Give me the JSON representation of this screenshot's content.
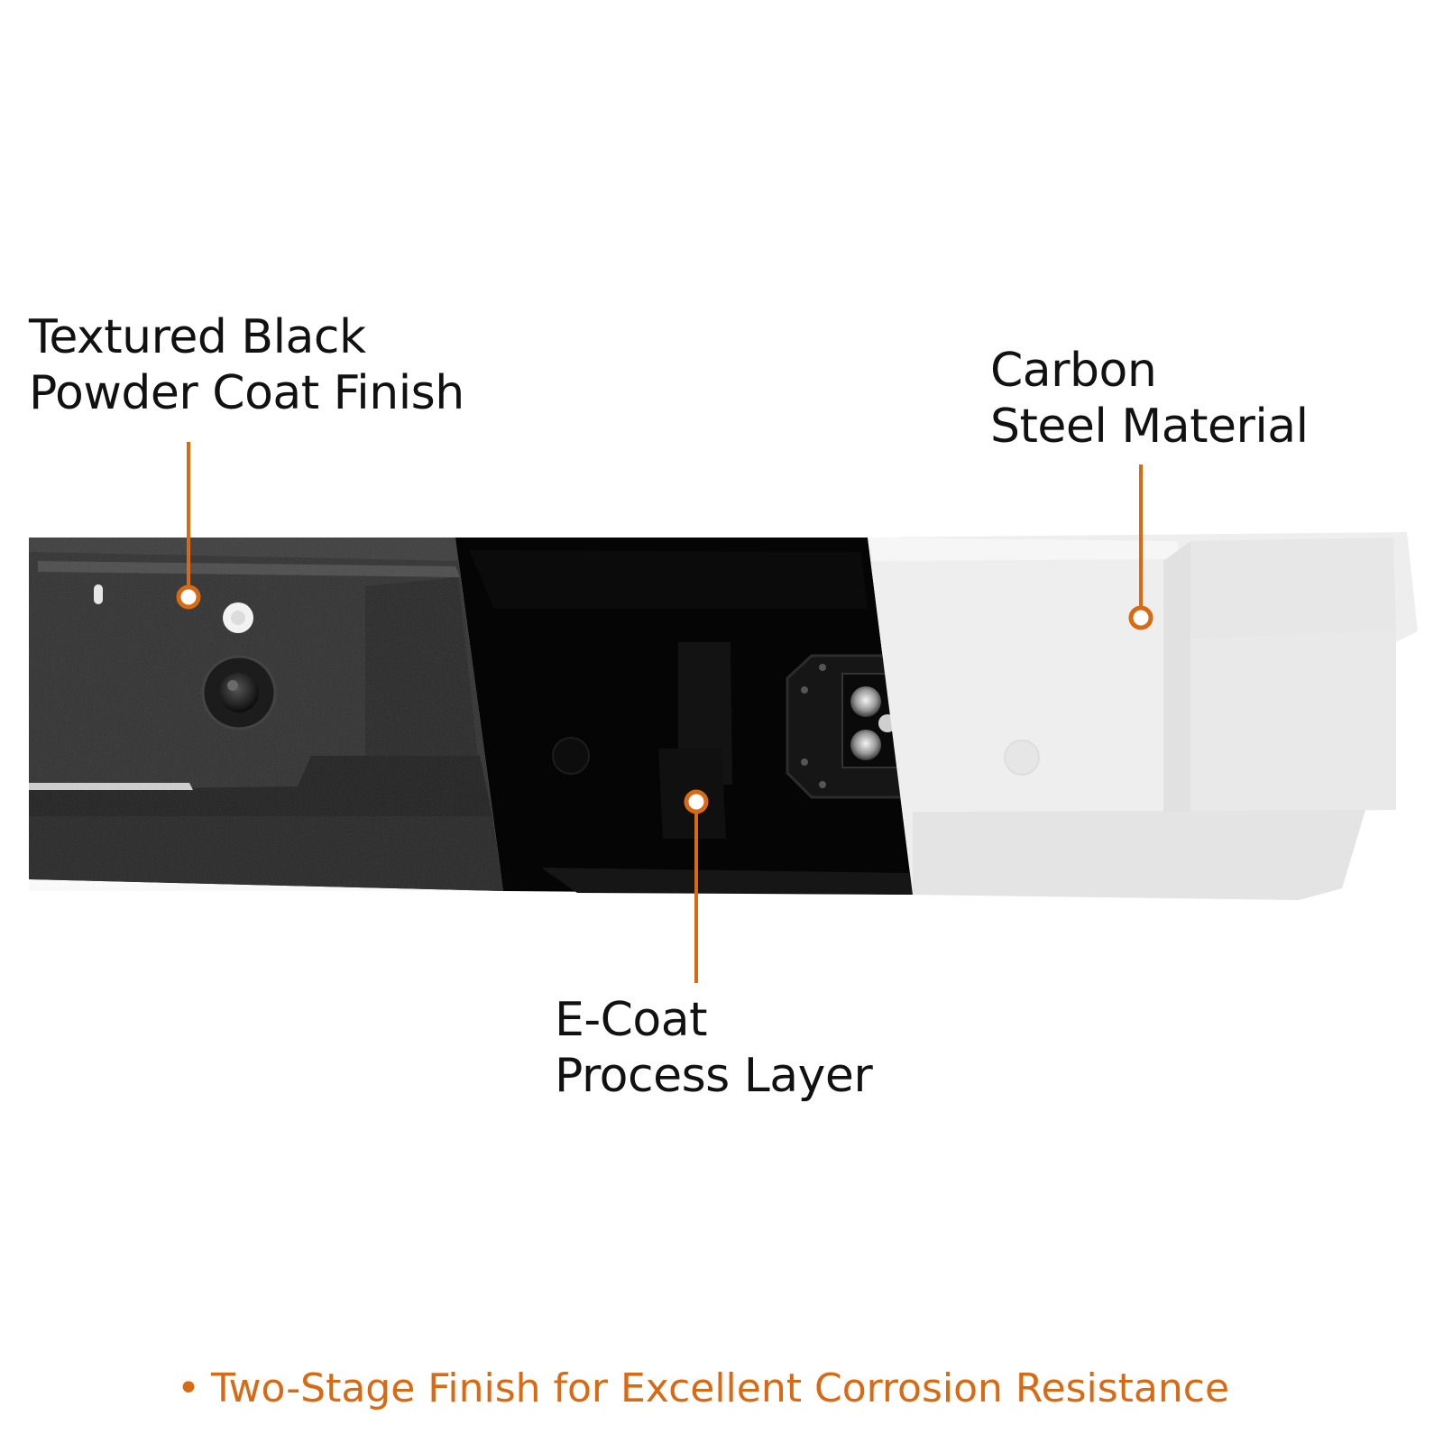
{
  "callouts": {
    "powder_coat": {
      "line1": "Textured Black",
      "line2": "Powder Coat Finish"
    },
    "carbon_steel": {
      "line1": "Carbon",
      "line2": "Steel Material"
    },
    "e_coat": {
      "line1": "E-Coat",
      "line2": "Process Layer"
    }
  },
  "footer": {
    "bullet": "•",
    "text": "Two-Stage Finish for Excellent Corrosion Resistance"
  },
  "colors": {
    "accent": "#d96a14",
    "text": "#111111",
    "powder_coat": "#2f2f2f",
    "e_coat": "#050505",
    "steel": "#eeeeee"
  },
  "icons": {
    "led_light": "led-light-icon",
    "callout_marker": "callout-ring-icon"
  }
}
